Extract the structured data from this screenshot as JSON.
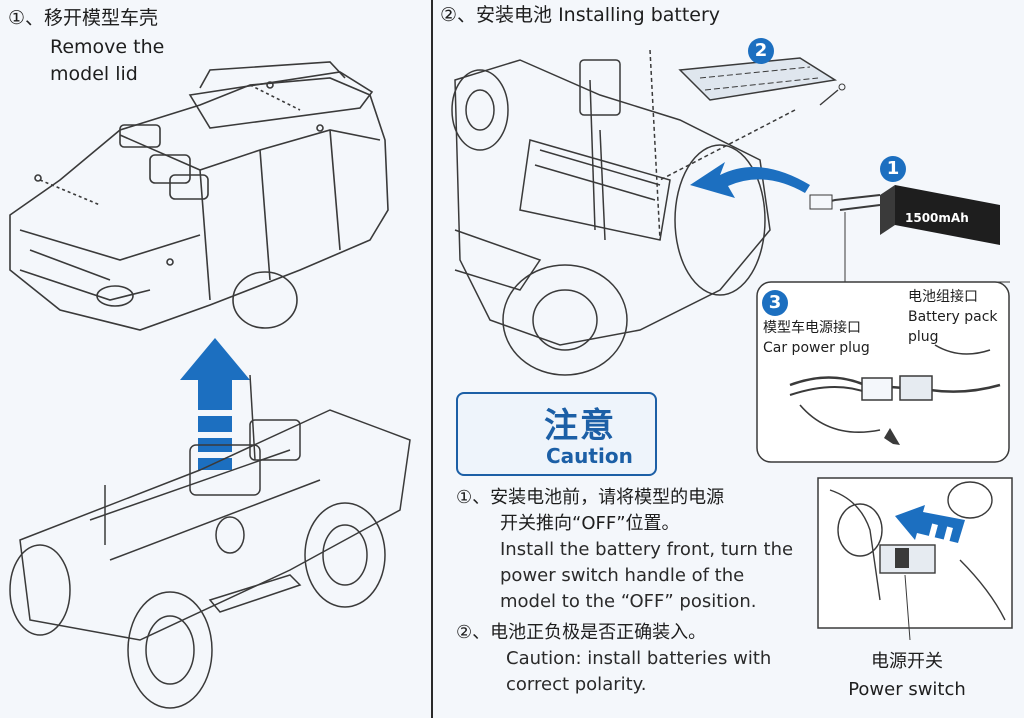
{
  "step1": {
    "title_cn": "①、移开模型车壳",
    "title_en_line1": "Remove the",
    "title_en_line2": "model lid"
  },
  "step2": {
    "title": "②、安装电池 Installing battery",
    "badge1": "1",
    "badge2": "2",
    "badge3": "3",
    "battery_text": "1500mAh"
  },
  "plug": {
    "car_cn": "模型车电源接口",
    "car_en": "Car power plug",
    "pack_cn": "电池组接口",
    "pack_en_line1": "Battery pack",
    "pack_en_line2": "plug"
  },
  "caution": {
    "cn": "注意",
    "en": "Caution"
  },
  "notes": [
    {
      "cn_line1": "①、安装电池前，请将模型的电源",
      "cn_line2": "开关推向“OFF”位置。",
      "en_line1": "Install the battery front, turn the",
      "en_line2": "power switch handle of the",
      "en_line3": "model to the “OFF” position."
    },
    {
      "cn_line1": "②、电池正负极是否正确装入。",
      "en_line1": "Caution: install batteries with",
      "en_line2": "correct polarity."
    }
  ],
  "switch": {
    "cn": "电源开关",
    "en": "Power switch"
  },
  "colors": {
    "accent": "#1c6fc0",
    "caution_blue": "#1c5fa6",
    "line_art": "#3a3a3a"
  }
}
